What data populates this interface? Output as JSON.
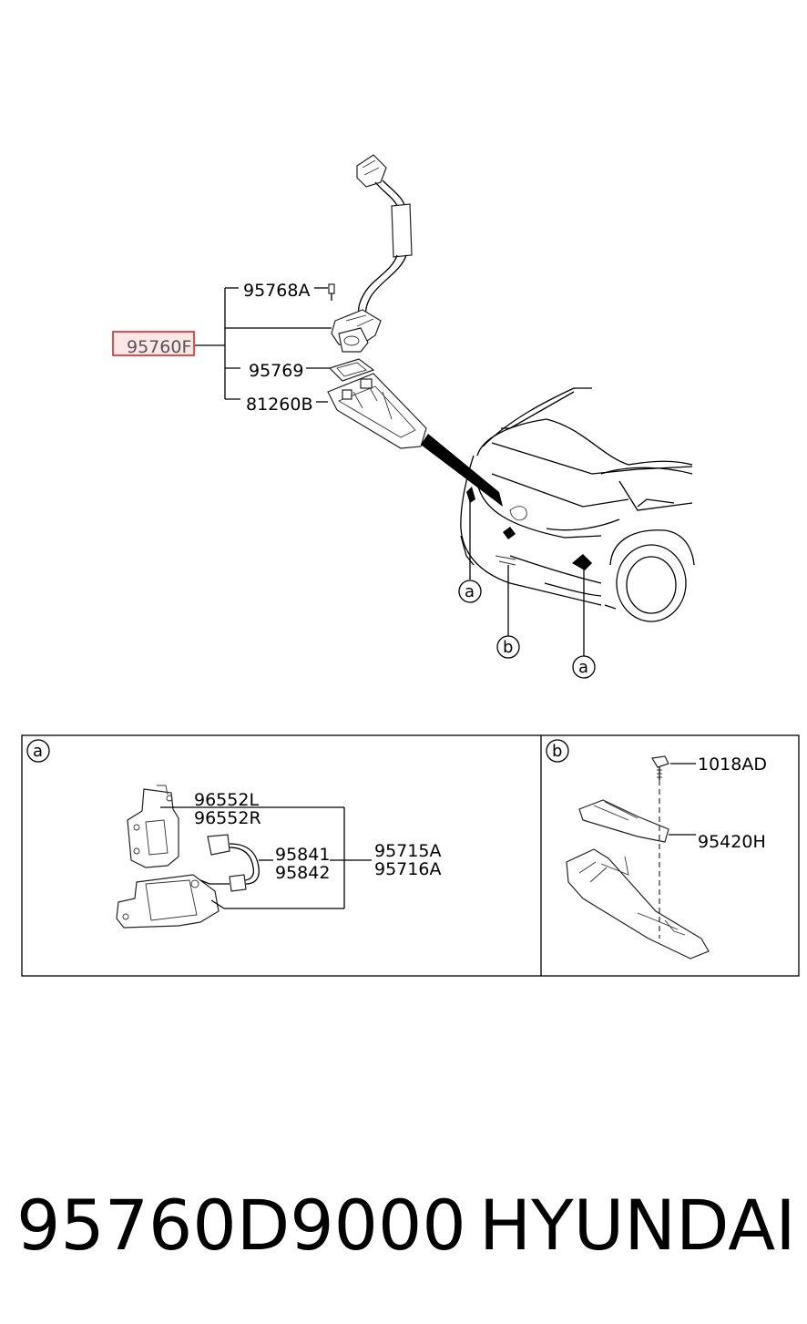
{
  "main_labels": {
    "p95768A": "95768A",
    "p95760F": "95760F",
    "p95769": "95769",
    "p81260B": "81260B"
  },
  "callouts": {
    "a": "a",
    "b": "b"
  },
  "detail_a": {
    "letter": "a",
    "p96552L": "96552L",
    "p96552R": "96552R",
    "p95841": "95841",
    "p95842": "95842",
    "p95715A": "95715A",
    "p95716A": "95716A"
  },
  "detail_b": {
    "letter": "b",
    "p1018AD": "1018AD",
    "p95420H": "95420H"
  },
  "footer": {
    "part_number": "95760D9000",
    "brand": "HYUNDAI"
  },
  "colors": {
    "highlight_border": "#d9262c",
    "highlight_fill": "#fde6e6"
  }
}
